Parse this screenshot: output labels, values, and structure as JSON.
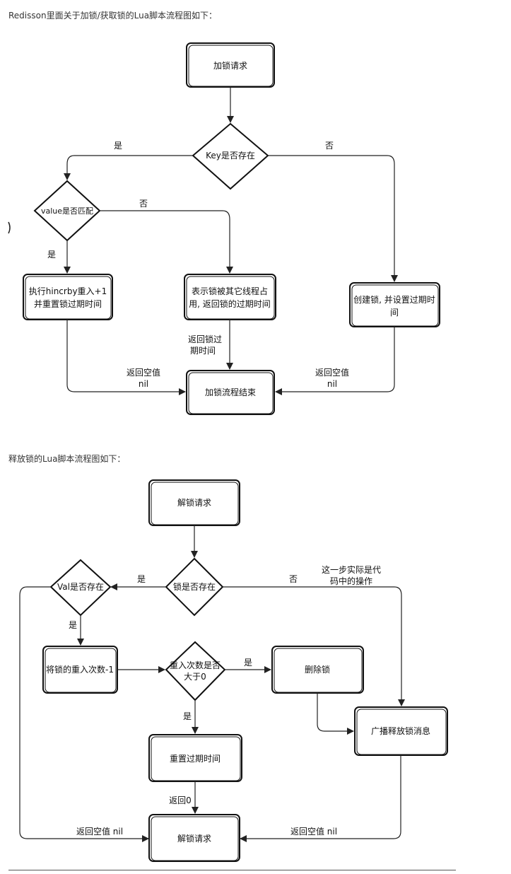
{
  "captions": {
    "lock_intro": "Redisson里面关于加锁/获取锁的Lua脚本流程图如下：",
    "unlock_intro": "释放锁的Lua脚本流程图如下："
  },
  "lock_flow": {
    "start": "加锁请求",
    "key_exists": "Key是否存在",
    "yes": "是",
    "no": "否",
    "value_match": "value是否匹配",
    "value_no": "否",
    "value_yes": "是",
    "reentry_line1": "执行hincrby重入+1",
    "reentry_line2": "并重置锁过期时间",
    "held_line1": "表示锁被其它线程占",
    "held_line2": "用, 返回锁的过期时间",
    "create_line1": "创建锁, 并设置过期时",
    "create_line2": "间",
    "return_ttl_line1": "返回锁过",
    "return_ttl_line2": "期时间",
    "return_nil_left_1": "返回空值",
    "return_nil_left_2": "nil",
    "return_nil_right_1": "返回空值",
    "return_nil_right_2": "nil",
    "end": "加锁流程结束"
  },
  "unlock_flow": {
    "start": "解锁请求",
    "lock_exists": "锁是否存在",
    "yes": "是",
    "no": "否",
    "note_line1": "这一步实际是代",
    "note_line2": "码中的操作",
    "val_exists": "Val是否存在",
    "val_yes": "是",
    "decrement": "将锁的重入次数-1",
    "count_gt0_line1": "重入次数是否",
    "count_gt0_line2": "大于0",
    "count_yes": "是",
    "count_no": "是",
    "delete": "删除锁",
    "broadcast": "广播释放锁消息",
    "reset_ttl": "重置过期时间",
    "return0": "返回0",
    "return_nil_left": "返回空值 nil",
    "return_nil_right": "返回空值 nil",
    "end": "解锁请求"
  }
}
